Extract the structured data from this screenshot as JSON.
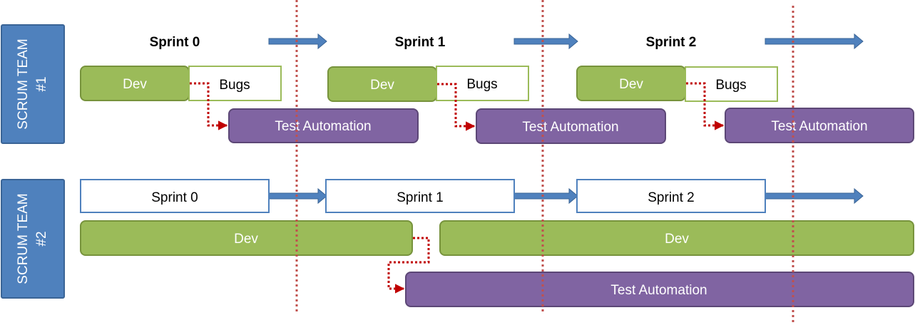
{
  "colors": {
    "team_fill": "#4F81BD",
    "team_stroke": "#3A6496",
    "arrow_fill": "#4F81BD",
    "dev_fill": "#9BBB59",
    "dev_stroke": "#77933C",
    "bugs_stroke": "#9BBB59",
    "test_fill": "#8064A2",
    "test_stroke": "#5C4776",
    "sprint_box_stroke": "#4F81BD",
    "divider": "#C0504D",
    "connector": "#C00000"
  },
  "team1": {
    "label_line1": "SCRUM TEAM",
    "label_line2": "#1",
    "sprints": [
      {
        "title": "Sprint 0",
        "dev": "Dev",
        "bugs": "Bugs",
        "test": "Test Automation"
      },
      {
        "title": "Sprint 1",
        "dev": "Dev",
        "bugs": "Bugs",
        "test": "Test Automation"
      },
      {
        "title": "Sprint 2",
        "dev": "Dev",
        "bugs": "Bugs",
        "test": "Test Automation"
      }
    ]
  },
  "team2": {
    "label_line1": "SCRUM TEAM",
    "label_line2": "#2",
    "sprints": [
      "Sprint 0",
      "Sprint 1",
      "Sprint 2"
    ],
    "dev_blocks": [
      "Dev",
      "Dev"
    ],
    "test": "Test Automation"
  }
}
